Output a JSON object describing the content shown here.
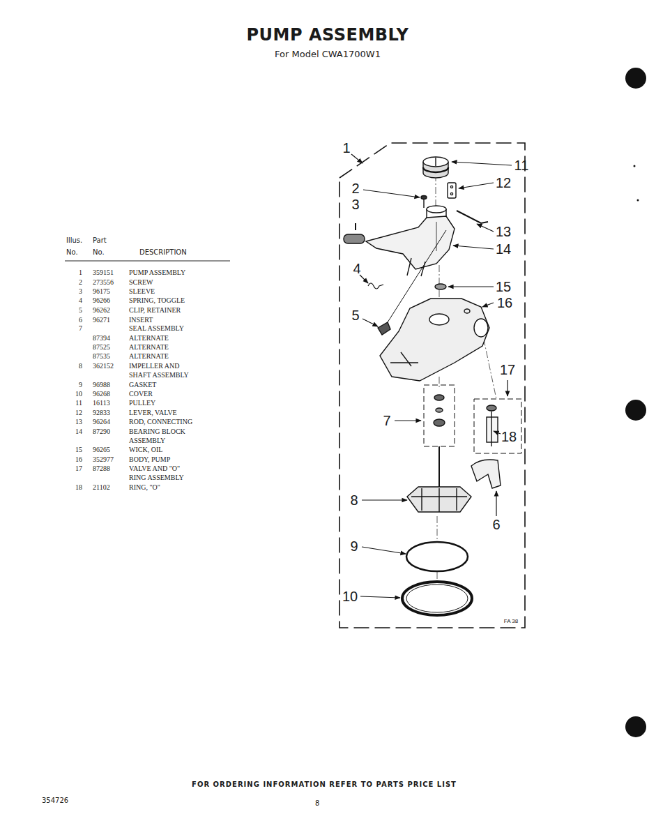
{
  "diagram": {
    "title": "PUMP ASSEMBLY",
    "caption": "FOR ORDERING INFORMATION REFER TO PARTS PRICE LIST",
    "labels": [
      "For Model CWA1700W1",
      "Illus.",
      "Part",
      "No.",
      "No.",
      "DESCRIPTION",
      "1",
      "359151",
      "PUMP ASSEMBLY",
      "2",
      "273556",
      "SCREW",
      "3",
      "96175",
      "SLEEVE",
      "4",
      "96266",
      "SPRING, TOGGLE",
      "5",
      "96262",
      "CLIP, RETAINER",
      "6",
      "96271",
      "INSERT",
      "7",
      "SEAL ASSEMBLY",
      "87394",
      "ALTERNATE",
      "87525",
      "ALTERNATE",
      "87535",
      "ALTERNATE",
      "8",
      "362152",
      "IMPELLER AND SHAFT ASSEMBLY",
      "9",
      "96988",
      "GASKET",
      "10",
      "96268",
      "COVER",
      "11",
      "16113",
      "PULLEY",
      "12",
      "92833",
      "LEVER, VALVE",
      "13",
      "96264",
      "ROD, CONNECTING",
      "14",
      "87290",
      "BEARING BLOCK ASSEMBLY",
      "15",
      "96265",
      "WICK, OIL",
      "16",
      "352977",
      "BODY, PUMP",
      "17",
      "87288",
      "VALVE AND \"O\" RING ASSEMBLY",
      "18",
      "21102",
      "RING, \"O\"",
      "1",
      "11",
      "12",
      "2",
      "3",
      "13",
      "14",
      "4",
      "15",
      "16",
      "5",
      "17",
      "7",
      "18",
      "8",
      "6",
      "9",
      "10",
      "FA 38",
      "354726",
      "8"
    ]
  }
}
